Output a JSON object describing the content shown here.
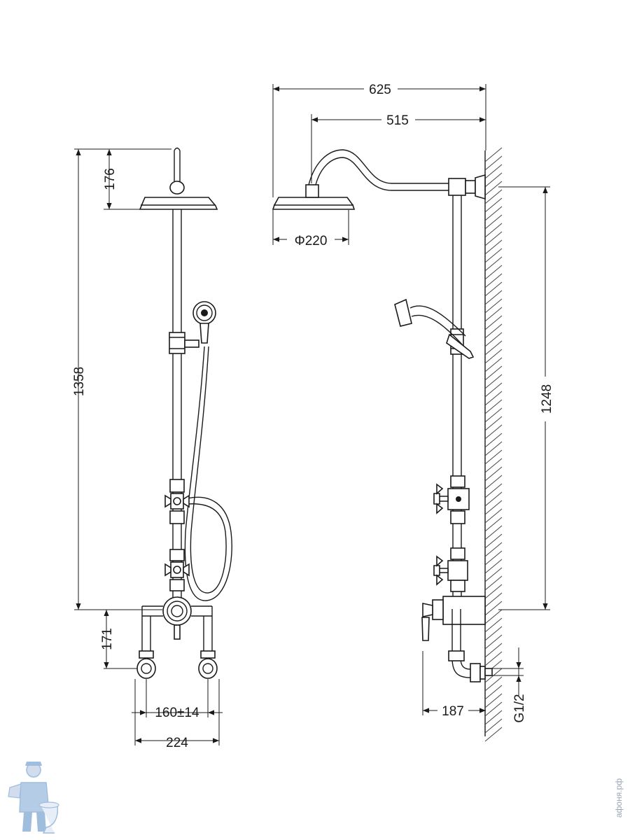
{
  "dimensions": {
    "front_top_offset": "176",
    "front_total_height": "1358",
    "front_bottom_offset": "171",
    "front_inlet_spacing": "160±14",
    "front_base_width": "224",
    "side_total_reach": "625",
    "side_arm_reach": "515",
    "side_head_diameter": "Φ220",
    "side_rail_height": "1248",
    "side_mixer_depth": "187",
    "side_thread": "G1/2"
  },
  "watermark": {
    "text": "афоня.рф"
  },
  "colors": {
    "line": "#1a1a1a",
    "watermark": "#9aa6b4",
    "mascot": "#8fb3d9"
  }
}
